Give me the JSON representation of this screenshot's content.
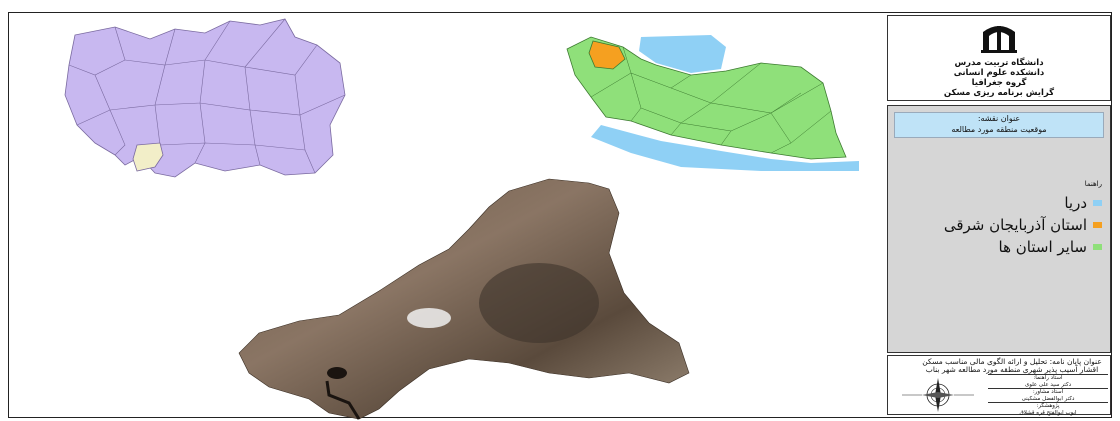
{
  "colors": {
    "province_fill": "#c8b8f0",
    "study_area_fill": "#f2eec8",
    "iran_provinces": "#8fe07a",
    "sea": "#8fd0f5",
    "east_azerbaijan": "#f5a020",
    "legend_bg": "#d6d6d6",
    "title_bg": "#bfe3f7"
  },
  "header": {
    "university": "دانشگاه تربیت مدرس",
    "faculty": "دانشکده علوم انسانی",
    "department": "گروه جغرافیا",
    "major": "گرایش برنامه ریزی مسکن"
  },
  "map_title": {
    "label": "عنوان نقشه:",
    "value": "موقعیت منطقه مورد مطالعه"
  },
  "legend": {
    "heading": "راهنما",
    "items": [
      {
        "label": "دریا",
        "color": "#8fd0f5"
      },
      {
        "label": "استان آذربایجان شرقی",
        "color": "#f5a020"
      },
      {
        "label": "سایر استان ها",
        "color": "#8fe07a"
      }
    ]
  },
  "info": {
    "thesis_title": "عنوان پایان نامه: تحلیل و ارائه الگوی مالی مناسب مسکن اقشار آسیب پذیر شهری منطقه مورد مطالعه شهر بناب",
    "advisor_label": "استاد راهنما:",
    "advisor_name": "دکتر سید علی علوی",
    "consultant_label": "استاد مشاور:",
    "consultant_name": "دکتر ابوالفضل مشکینی",
    "researcher_label": "پژوهشگر:",
    "researcher_name": "ایوب ابوالفتح قره قشلاق"
  },
  "compass_icon": "north-arrow-compass-icon",
  "logo_icon": "university-logo-icon"
}
